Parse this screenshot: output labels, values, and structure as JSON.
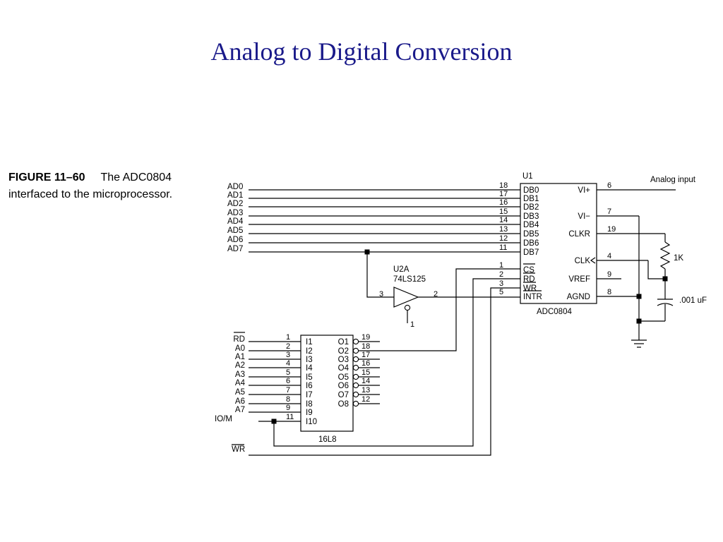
{
  "slide": {
    "title": "Analog to Digital Conversion"
  },
  "caption": {
    "figure": "FIGURE 11–60",
    "text": "The ADC0804 interfaced to the microprocessor."
  },
  "adc": {
    "ref": "U1",
    "part": "ADC0804",
    "left_pins": [
      {
        "name": "DB0",
        "num": "18"
      },
      {
        "name": "DB1",
        "num": "17"
      },
      {
        "name": "DB2",
        "num": "16"
      },
      {
        "name": "DB3",
        "num": "15"
      },
      {
        "name": "DB4",
        "num": "14"
      },
      {
        "name": "DB5",
        "num": "13"
      },
      {
        "name": "DB6",
        "num": "12"
      },
      {
        "name": "DB7",
        "num": "11"
      },
      {
        "name": "CS",
        "num": "1"
      },
      {
        "name": "RD",
        "num": "2"
      },
      {
        "name": "WR",
        "num": "3"
      },
      {
        "name": "INTR",
        "num": "5"
      }
    ],
    "right_pins": [
      {
        "name": "VI+",
        "num": "6"
      },
      {
        "name": "VI−",
        "num": "7"
      },
      {
        "name": "CLKR",
        "num": "19"
      },
      {
        "name": "CLK",
        "num": "4"
      },
      {
        "name": "VREF",
        "num": "9"
      },
      {
        "name": "AGND",
        "num": "8"
      }
    ]
  },
  "bus_labels": [
    "AD0",
    "AD1",
    "AD2",
    "AD3",
    "AD4",
    "AD5",
    "AD6",
    "AD7"
  ],
  "buffer": {
    "ref": "U2A",
    "part": "74LS125",
    "pin_in": "3",
    "pin_out": "2",
    "pin_en": "1"
  },
  "pld": {
    "part": "16L8",
    "inputs": [
      {
        "signal": "RD",
        "num": "1",
        "pin": "I1"
      },
      {
        "signal": "A0",
        "num": "2",
        "pin": "I2"
      },
      {
        "signal": "A1",
        "num": "3",
        "pin": "I3"
      },
      {
        "signal": "A2",
        "num": "4",
        "pin": "I4"
      },
      {
        "signal": "A3",
        "num": "5",
        "pin": "I5"
      },
      {
        "signal": "A4",
        "num": "6",
        "pin": "I6"
      },
      {
        "signal": "A5",
        "num": "7",
        "pin": "I7"
      },
      {
        "signal": "A6",
        "num": "8",
        "pin": "I8"
      },
      {
        "signal": "A7",
        "num": "9",
        "pin": "I9"
      },
      {
        "signal": "IO/M",
        "num": "11",
        "pin": "I10"
      }
    ],
    "outputs": [
      {
        "pin": "O1",
        "num": "19"
      },
      {
        "pin": "O2",
        "num": "18"
      },
      {
        "pin": "O3",
        "num": "17"
      },
      {
        "pin": "O4",
        "num": "16"
      },
      {
        "pin": "O5",
        "num": "15"
      },
      {
        "pin": "O6",
        "num": "14"
      },
      {
        "pin": "O7",
        "num": "13"
      },
      {
        "pin": "O8",
        "num": "12"
      }
    ]
  },
  "wr_label": "WR",
  "analog_input": "Analog input",
  "resistor": "1K",
  "capacitor": ".001 uF"
}
